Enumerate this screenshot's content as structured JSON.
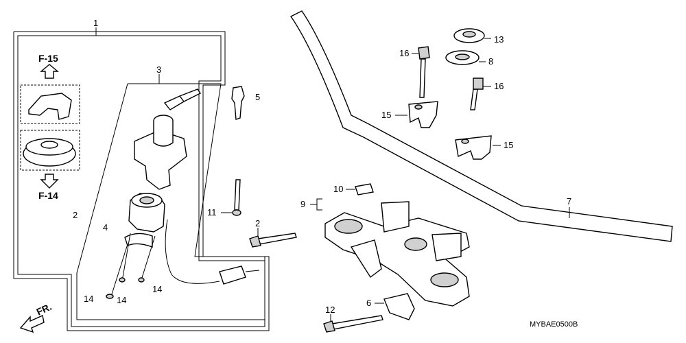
{
  "callouts": {
    "c1": "1",
    "c2_left": "2",
    "c2_bolt": "2",
    "c3": "3",
    "c4": "4",
    "c5": "5",
    "c6": "6",
    "c7": "7",
    "c8": "8",
    "c9": "9",
    "c10": "10",
    "c11": "11",
    "c12": "12",
    "c13": "13",
    "c14_a": "14",
    "c14_b": "14",
    "c14_c": "14",
    "c15_a": "15",
    "c15_b": "15",
    "c16_a": "16",
    "c16_b": "16"
  },
  "references": {
    "f15": "F-15",
    "f14": "F-14"
  },
  "direction": "FR.",
  "diagram_code": "MYBAE0500B",
  "colors": {
    "line": "#000000",
    "background": "#ffffff",
    "shade": "#d0d0d0"
  }
}
